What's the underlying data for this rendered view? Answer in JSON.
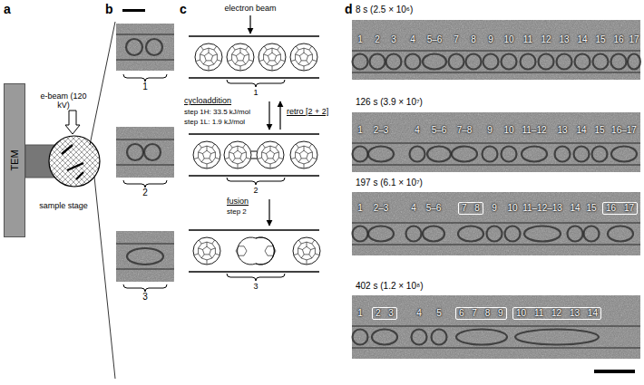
{
  "diagram": {
    "nodes": [
      {
        "text": [
          "TEM"
        ]
      },
      {
        "text": [
          "7 8"
        ]
      },
      {
        "text": [
          "16 17"
        ]
      },
      {
        "text": [
          "2 3"
        ]
      },
      {
        "text": [
          "6 7 8 9"
        ]
      },
      {
        "text": [
          "10 11 12 13 14"
        ]
      }
    ],
    "labels": [
      "a",
      "b",
      "c",
      "d",
      "e-beam (120 kV)",
      "sample stage",
      "1",
      "2",
      "3",
      "electron beam",
      "1",
      "cycloaddition",
      "step 1H: 33.5 kJ/mol",
      "step 1L: 1.9 kJ/mol",
      "retro [2 + 2]",
      "2",
      "fusion",
      "step 2",
      "3",
      "8 s (2.5 × 10⁶)",
      "1",
      "2",
      "3",
      "4",
      "5–6",
      "7",
      "8",
      "9",
      "10",
      "11",
      "12",
      "13",
      "14",
      "15",
      "16",
      "17",
      "126 s (3.9 × 10⁷)",
      "1",
      "2–3",
      "4",
      "5–6",
      "7–8",
      "9",
      "10",
      "11–12",
      "13",
      "14",
      "15",
      "16–17",
      "197 s (6.1 × 10⁷)",
      "1",
      "2–3",
      "4",
      "5–6",
      "9",
      "10",
      "11–12–13",
      "14",
      "15",
      "402 s (1.2 × 10⁸)",
      "1",
      "4",
      "5"
    ]
  }
}
